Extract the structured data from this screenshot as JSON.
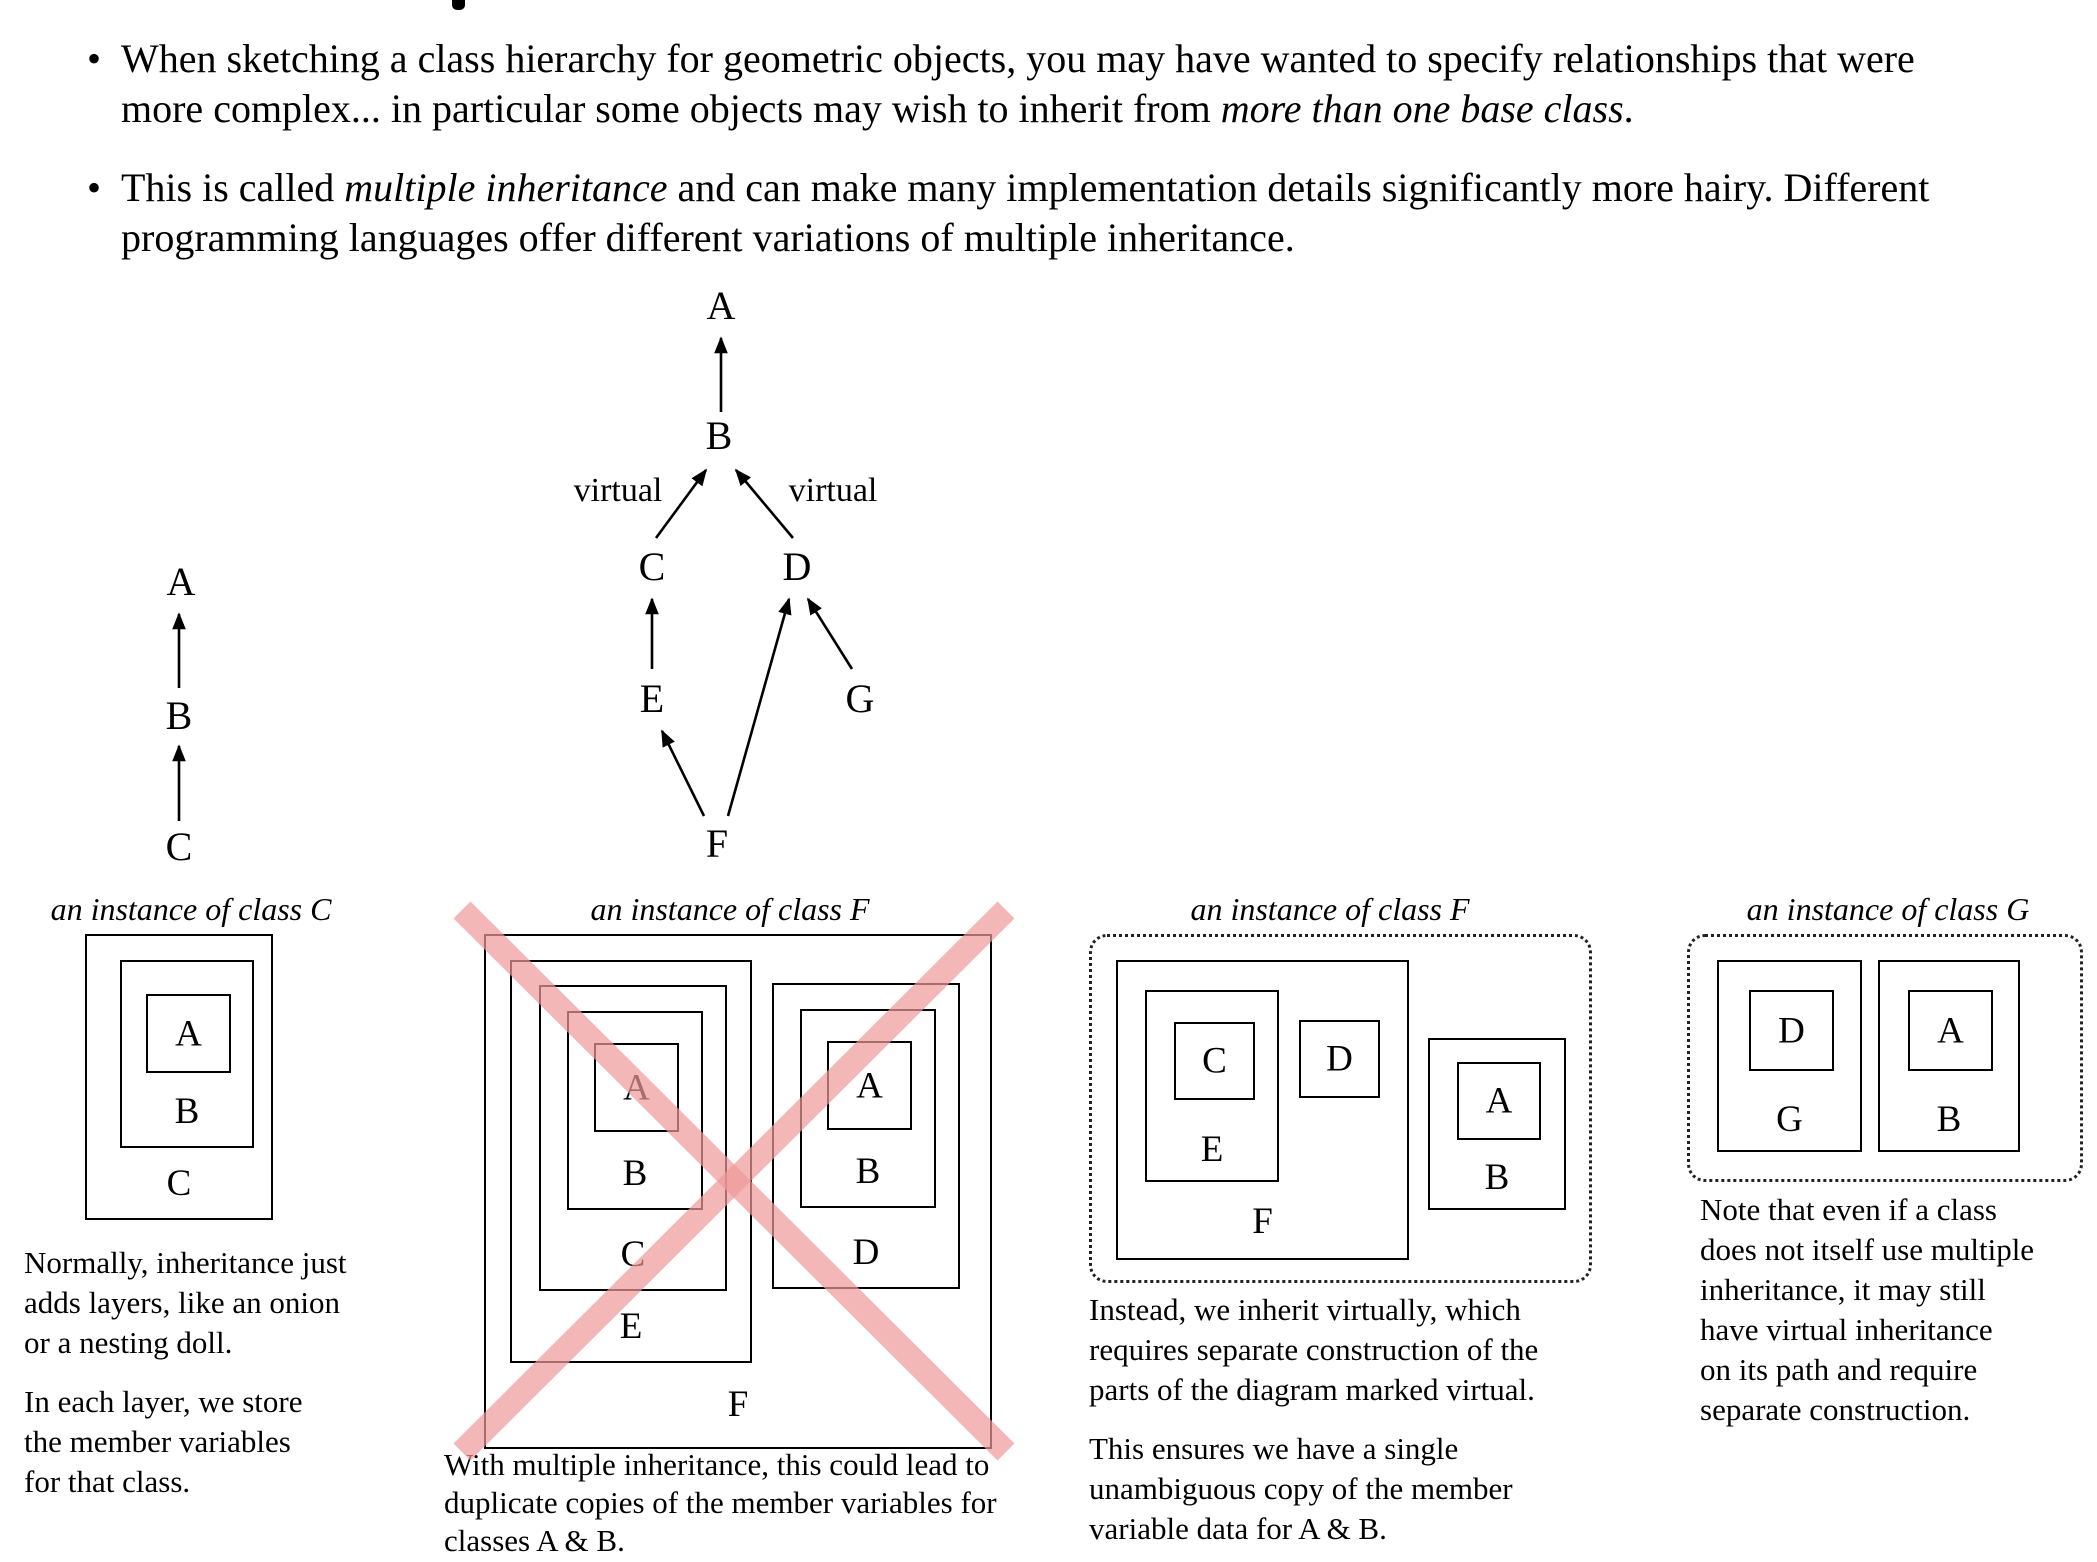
{
  "misc": {
    "bullet_char": "•"
  },
  "colors": {
    "cross": "#ef9a9a",
    "ink": "#000000",
    "background": "#ffffff"
  },
  "bullets": {
    "b1_l1": "When sketching a class hierarchy for geometric objects, you may have wanted to specify relationships that were",
    "b1_l2_pre": "more complex... in particular some objects may wish to inherit from ",
    "b1_l2_em": "more than one base class",
    "b1_l2_post": ".",
    "b2_l1_pre": "This is called ",
    "b2_l1_em": "multiple inheritance",
    "b2_l1_post": " and can make many implementation details significantly more hairy. Different",
    "b2_l2": "programming languages offer different variations of multiple inheritance."
  },
  "diagram_simple": {
    "node_a": "A",
    "node_b": "B",
    "node_c": "C",
    "edges": [
      "C → B",
      "B → A"
    ]
  },
  "diagram_multi": {
    "node_a": "A",
    "node_b": "B",
    "node_c": "C",
    "node_d": "D",
    "node_e": "E",
    "node_f": "F",
    "node_g": "G",
    "virtual_left": "virtual",
    "virtual_right": "virtual",
    "edges": [
      "B → A",
      "C → B (virtual)",
      "D → B (virtual)",
      "E → C",
      "G → D",
      "F → E",
      "F → D"
    ]
  },
  "instance_c": {
    "title": "an instance of class C",
    "label_a": "A",
    "label_b": "B",
    "label_c": "C",
    "caption1_lines": [
      "Normally, inheritance just",
      "adds layers, like an onion",
      "or a nesting doll."
    ],
    "caption2_lines": [
      "In each layer, we store",
      "the member variables",
      "for that class."
    ]
  },
  "instance_f_dup": {
    "title": "an instance of class F",
    "left_label_a": "A",
    "left_label_b": "B",
    "label_c": "C",
    "label_e": "E",
    "right_label_a": "A",
    "right_label_b": "B",
    "label_d": "D",
    "label_f": "F",
    "caption_lines": [
      "With multiple inheritance, this could lead to",
      "duplicate copies of the member variables for",
      "classes A & B."
    ]
  },
  "instance_f_virtual": {
    "title": "an instance of class F",
    "label_c": "C",
    "label_e": "E",
    "label_d": "D",
    "label_f": "F",
    "label_a": "A",
    "label_b": "B",
    "caption1_lines": [
      "Instead, we inherit virtually, which",
      "requires separate construction of the",
      "parts of the diagram marked virtual."
    ],
    "caption2_lines": [
      "This ensures we have a single",
      "unambiguous copy of the member",
      "variable data for A & B."
    ]
  },
  "instance_g": {
    "title": "an instance of class G",
    "label_d": "D",
    "label_g": "G",
    "label_a": "A",
    "label_b": "B",
    "caption_lines": [
      "Note that even if a class",
      "does not itself use multiple",
      "inheritance, it may still",
      "have virtual inheritance",
      "on its path and require",
      "separate construction."
    ]
  }
}
